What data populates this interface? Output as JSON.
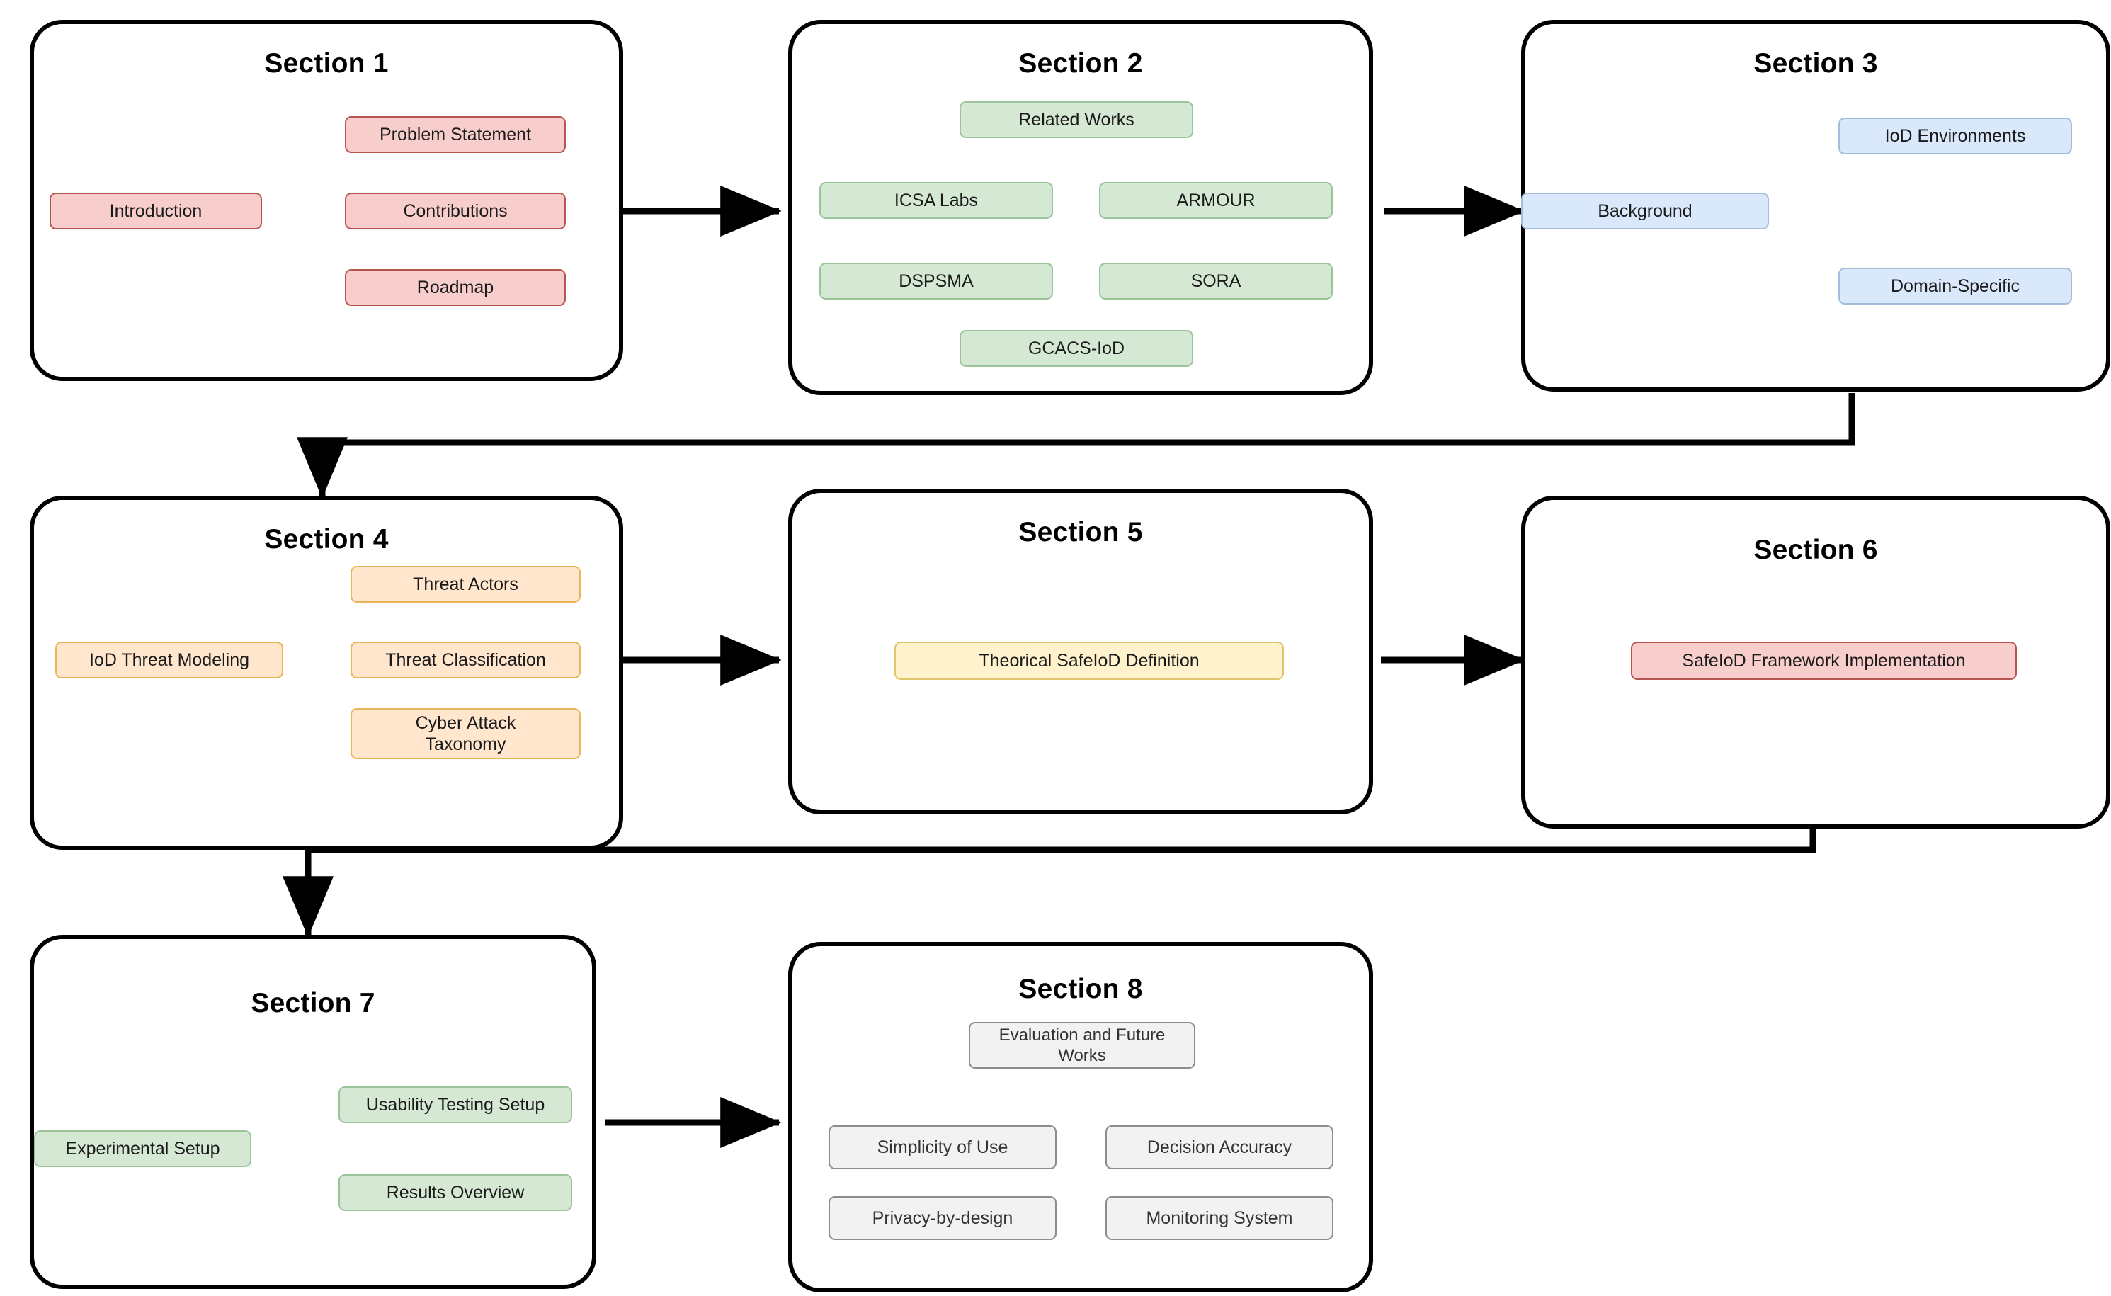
{
  "diagram": {
    "title_prefix": "Section",
    "sections": [
      {
        "id": "section-1",
        "title": "Section 1",
        "root": "Introduction",
        "children": [
          "Problem Statement",
          "Contributions",
          "Roadmap"
        ],
        "color": "pink"
      },
      {
        "id": "section-2",
        "title": "Section 2",
        "root": "Related Works",
        "children": [
          "ICSA Labs",
          "ARMOUR",
          "DSPSMA",
          "SORA",
          "GCACS-IoD"
        ],
        "color": "green"
      },
      {
        "id": "section-3",
        "title": "Section 3",
        "root": "Background",
        "children": [
          "IoD Environments",
          "Domain-Specific"
        ],
        "color": "blue"
      },
      {
        "id": "section-4",
        "title": "Section 4",
        "root": "IoD Threat Modeling",
        "children": [
          "Threat Actors",
          "Threat Classification",
          "Cyber Attack Taxonomy"
        ],
        "color": "orange"
      },
      {
        "id": "section-5",
        "title": "Section 5",
        "root": "Theorical SafeIoD Definition",
        "children": [],
        "color": "yellow"
      },
      {
        "id": "section-6",
        "title": "Section 6",
        "root": "SafeIoD Framework Implementation",
        "children": [],
        "color": "pink"
      },
      {
        "id": "section-7",
        "title": "Section 7",
        "root": "Experimental Setup",
        "children": [
          "Usability Testing Setup",
          "Results Overview"
        ],
        "color": "green"
      },
      {
        "id": "section-8",
        "title": "Section 8",
        "root": "Evaluation and Future Works",
        "children": [
          "Simplicity of Use",
          "Decision Accuracy",
          "Privacy-by-design",
          "Monitoring System"
        ],
        "color": "gray"
      }
    ],
    "nodes": {
      "s1_root": "Introduction",
      "s1_c1": "Problem Statement",
      "s1_c2": "Contributions",
      "s1_c3": "Roadmap",
      "s2_root": "Related Works",
      "s2_c1": "ICSA Labs",
      "s2_c2": "ARMOUR",
      "s2_c3": "DSPSMA",
      "s2_c4": "SORA",
      "s2_c5": "GCACS-IoD",
      "s3_root": "Background",
      "s3_c1": "IoD Environments",
      "s3_c2": "Domain-Specific",
      "s4_root": "IoD Threat Modeling",
      "s4_c1": "Threat Actors",
      "s4_c2": "Threat Classification",
      "s4_c3_line1": "Cyber Attack",
      "s4_c3_line2": "Taxonomy",
      "s5_root": "Theorical SafeIoD Definition",
      "s6_root": "SafeIoD Framework Implementation",
      "s7_root": "Experimental Setup",
      "s7_c1": "Usability Testing Setup",
      "s7_c2": "Results Overview",
      "s8_root_line1": "Evaluation and Future",
      "s8_root_line2": "Works",
      "s8_c1": "Simplicity of Use",
      "s8_c2": "Decision Accuracy",
      "s8_c3": "Privacy-by-design",
      "s8_c4": "Monitoring System"
    },
    "titles": {
      "t1": "Section 1",
      "t2": "Section 2",
      "t3": "Section 3",
      "t4": "Section 4",
      "t5": "Section 5",
      "t6": "Section 6",
      "t7": "Section 7",
      "t8": "Section 8"
    },
    "colors": {
      "pink_fill": "#f8cecc",
      "pink_border": "#b85450",
      "green_fill": "#d5e8d4",
      "green_border": "#9bc49a",
      "blue_fill": "#dae8fc",
      "blue_border": "#a3bedb",
      "orange_fill": "#ffe6cc",
      "orange_border": "#eab559",
      "yellow_fill": "#fff2cc",
      "yellow_border": "#e0c66a",
      "gray_fill": "#f2f2f2",
      "gray_border": "#8c8c8c",
      "panel_border": "#000000",
      "connector": "#000000"
    }
  }
}
